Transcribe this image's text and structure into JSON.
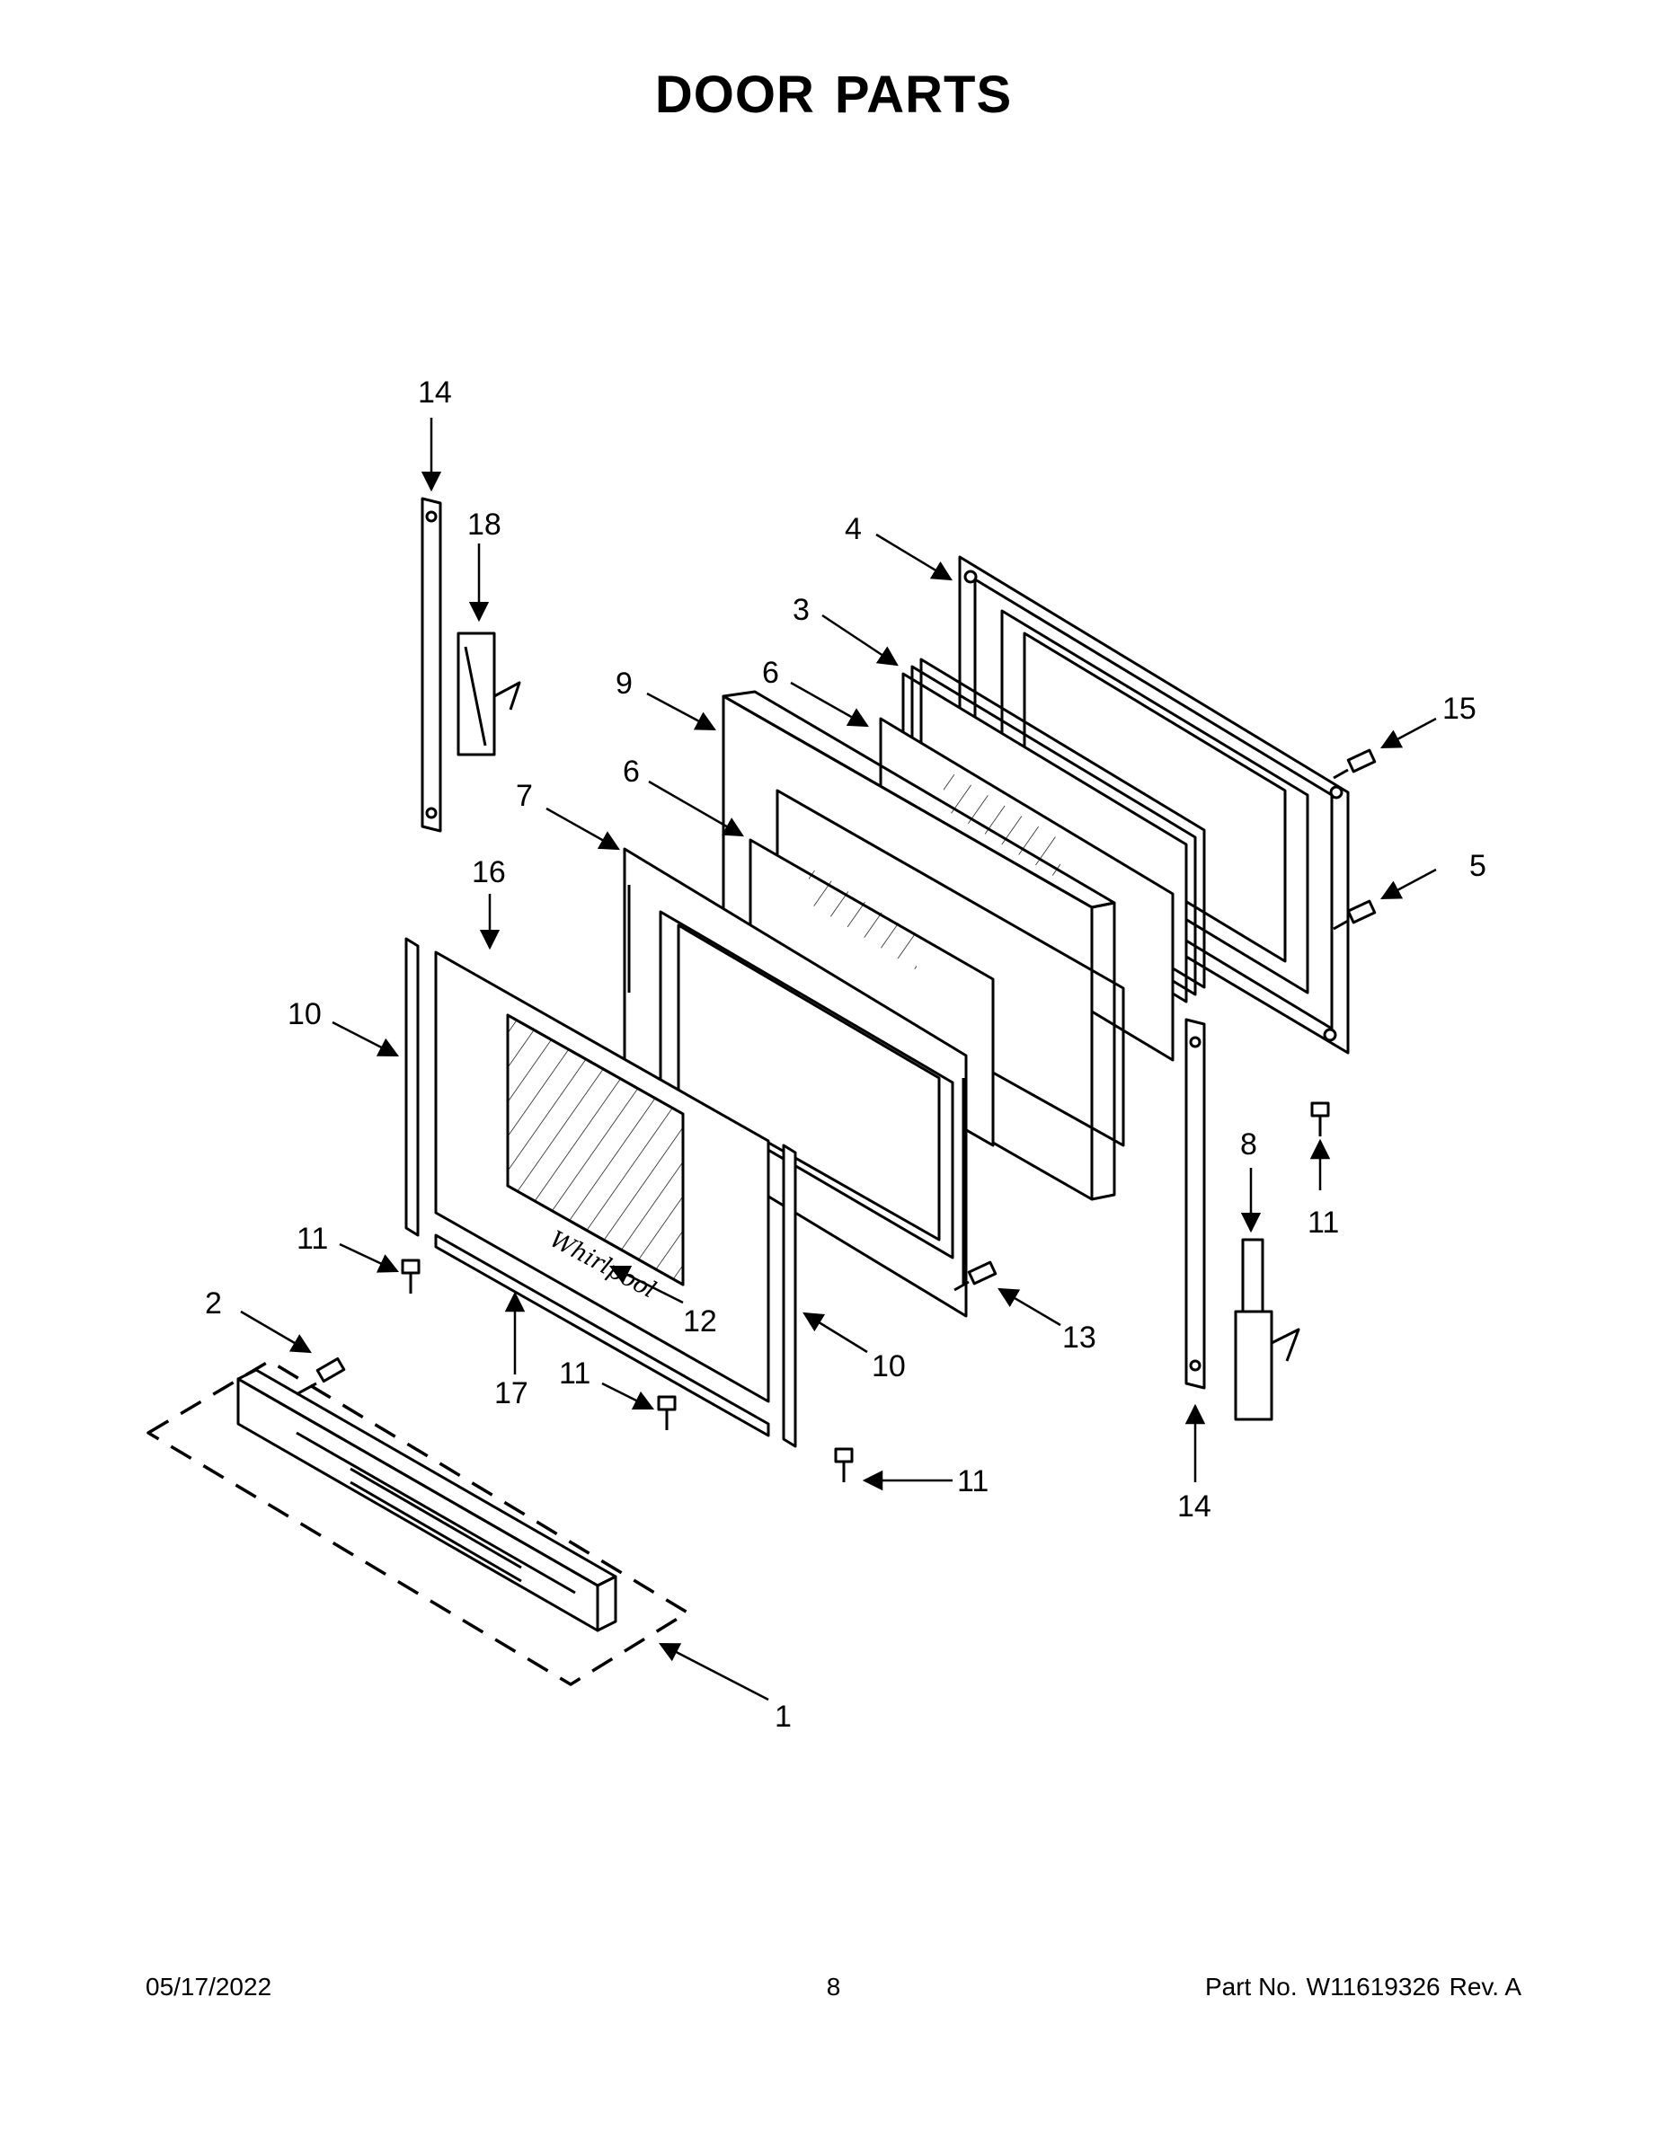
{
  "title": {
    "word1": "DOOR",
    "word2": "PARTS"
  },
  "callouts": {
    "c1": "1",
    "c2": "2",
    "c3": "3",
    "c4": "4",
    "c5": "5",
    "c6a": "6",
    "c6b": "6",
    "c7": "7",
    "c8": "8",
    "c9": "9",
    "c10a": "10",
    "c10b": "10",
    "c11a": "11",
    "c11b": "11",
    "c11c": "11",
    "c11d": "11",
    "c12": "12",
    "c13": "13",
    "c14a": "14",
    "c14b": "14",
    "c15": "15",
    "c16": "16",
    "c17": "17",
    "c18": "18"
  },
  "footer": {
    "date": "05/17/2022",
    "page": "8",
    "part_label": "Part No.",
    "part_number": "W11619326",
    "revision": "Rev. A"
  }
}
